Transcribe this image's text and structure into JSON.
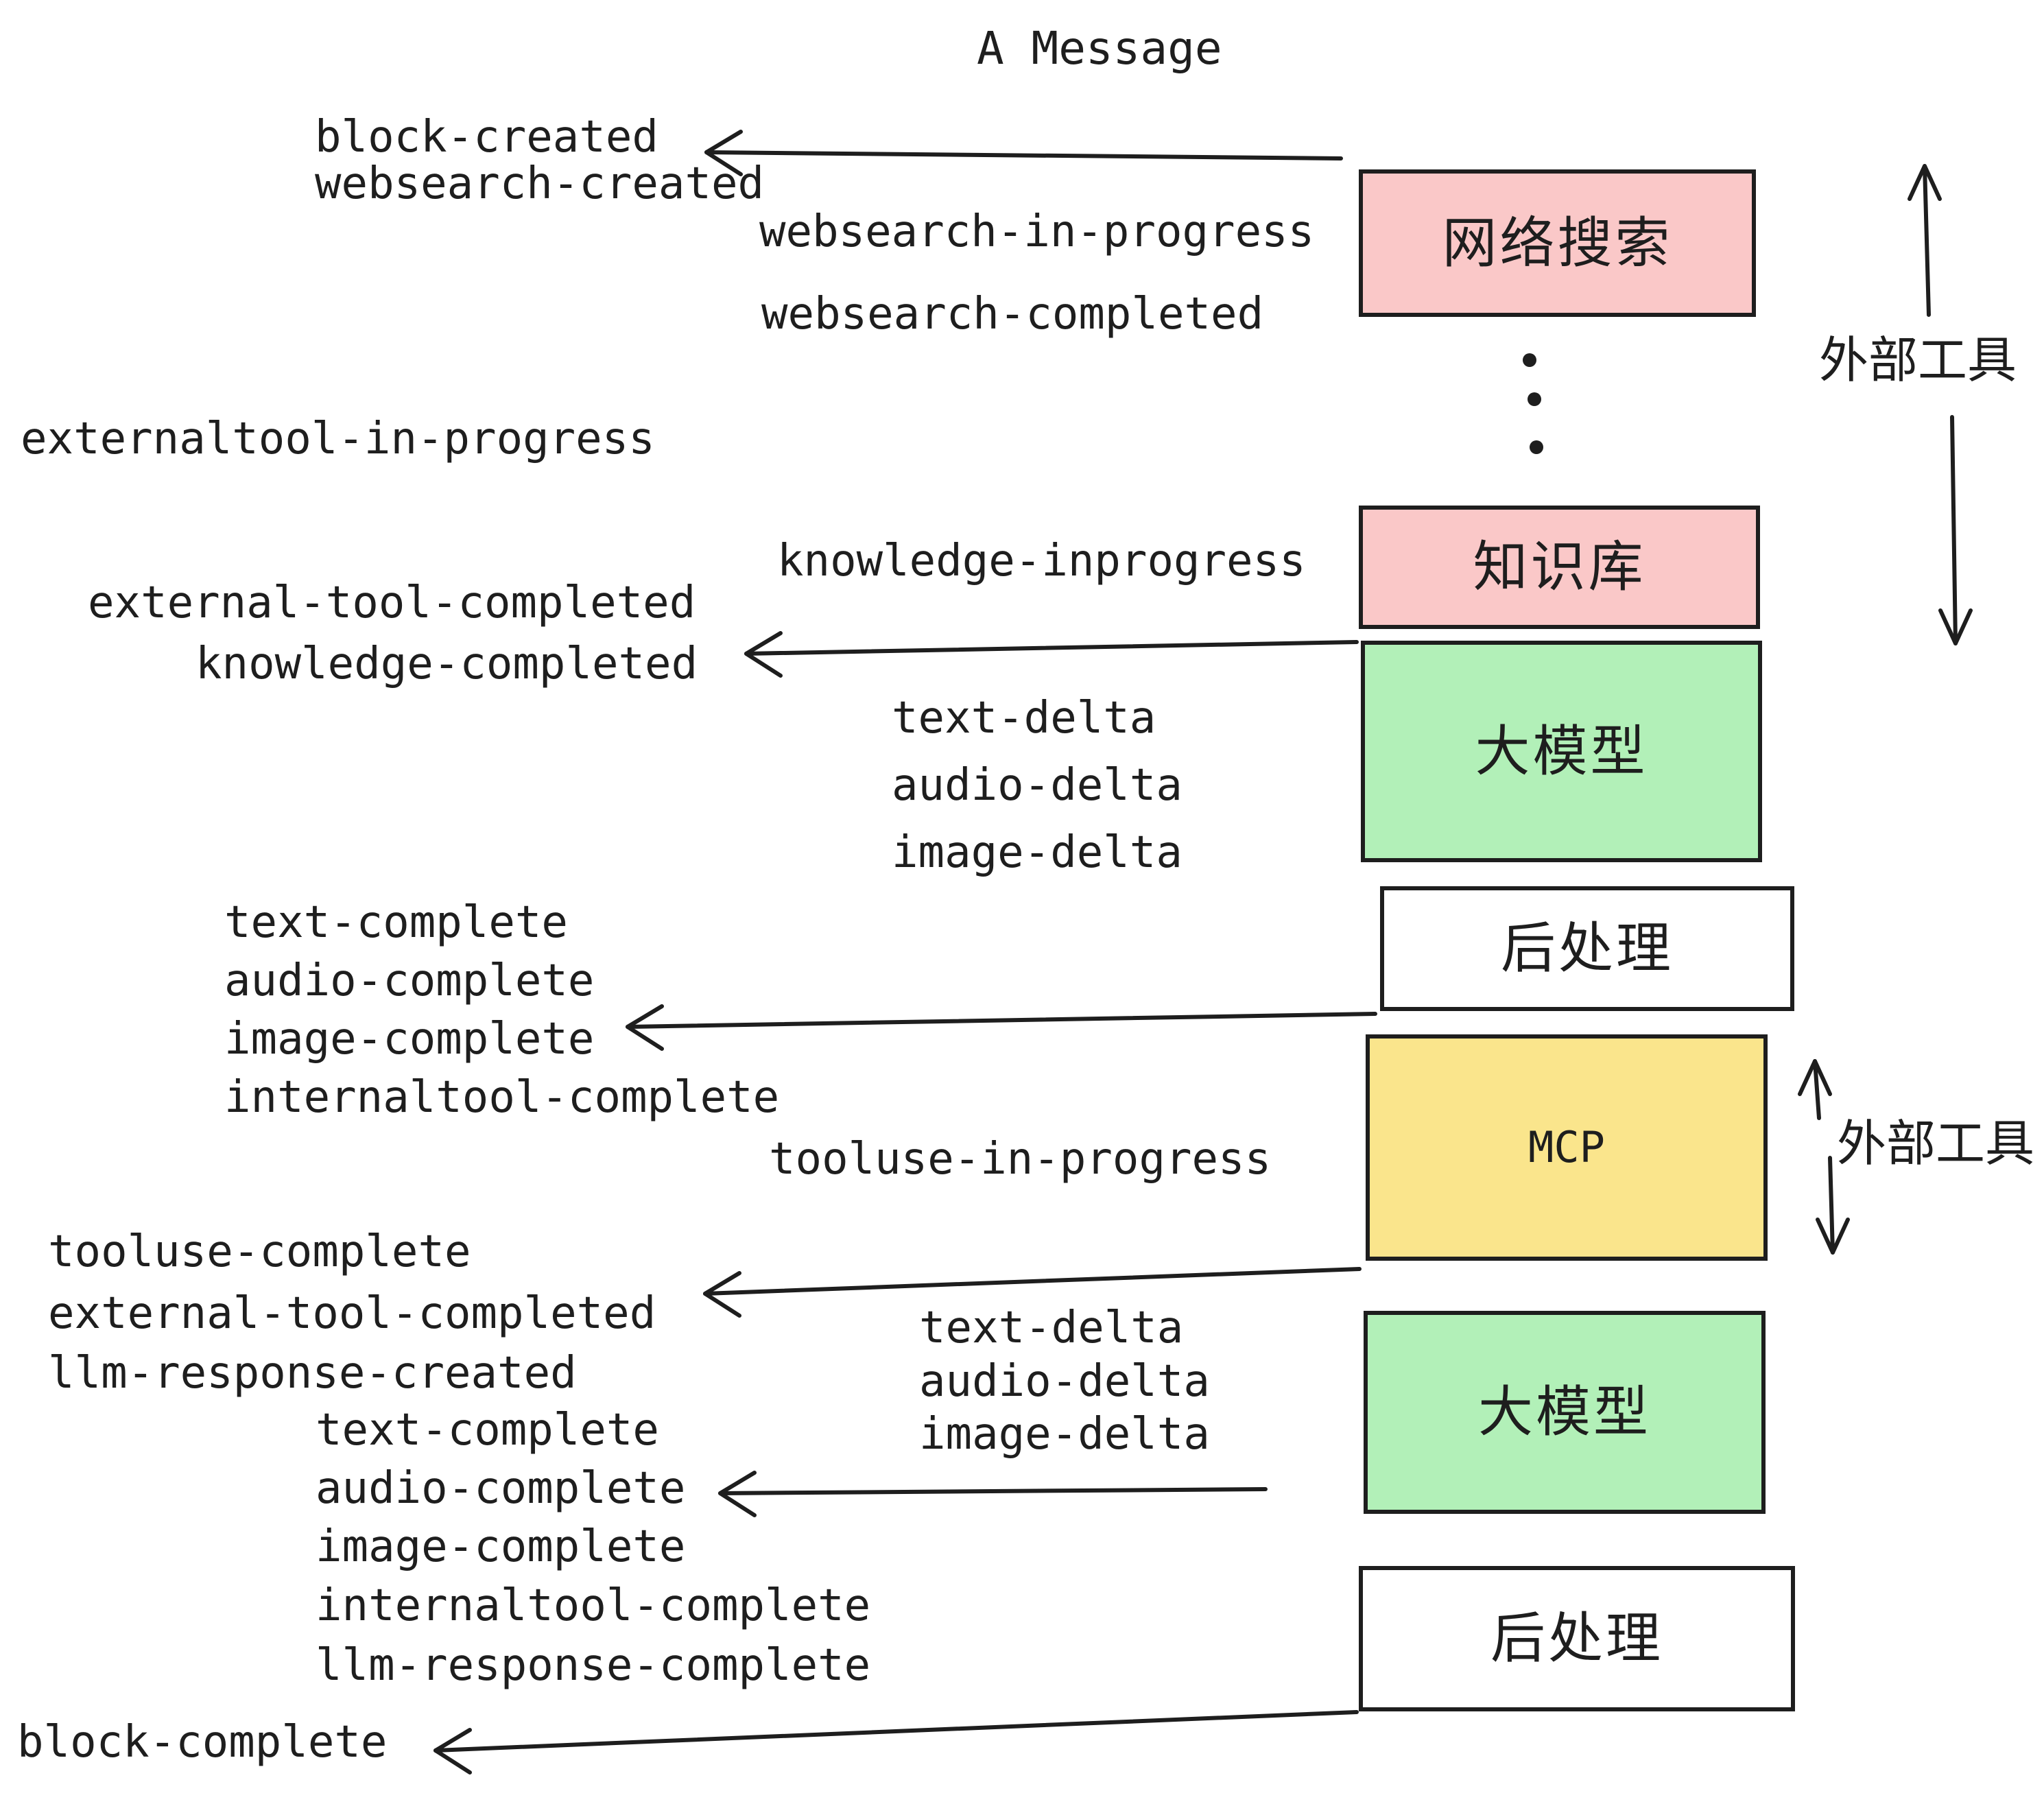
{
  "title": "A Message",
  "colors": {
    "ink": "#1e1e1e",
    "pink": "#fac8c8",
    "green": "#b2f0b8",
    "yellow": "#fae58c",
    "white": "#ffffff"
  },
  "boxes": {
    "websearch": "网络搜索",
    "knowledge": "知识库",
    "llm": "大模型",
    "postprocess": "后处理",
    "mcp": "MCP"
  },
  "side_label": "外部工具",
  "events": {
    "block_created": "block-created",
    "websearch_created": "websearch-created",
    "websearch_in_progress": "websearch-in-progress",
    "websearch_completed": "websearch-completed",
    "externaltool_in_progress": "externaltool-in-progress",
    "knowledge_inprogress": "knowledge-inprogress",
    "external_tool_completed": "external-tool-completed",
    "knowledge_completed": "knowledge-completed",
    "text_delta": "text-delta",
    "audio_delta": "audio-delta",
    "image_delta": "image-delta",
    "text_complete": "text-complete",
    "audio_complete": "audio-complete",
    "image_complete": "image-complete",
    "internaltool_complete": "internaltool-complete",
    "tooluse_in_progress": "tooluse-in-progress",
    "tooluse_complete": "tooluse-complete",
    "llm_response_created": "llm-response-created",
    "llm_response_complete": "llm-response-complete",
    "block_complete": "block-complete"
  }
}
